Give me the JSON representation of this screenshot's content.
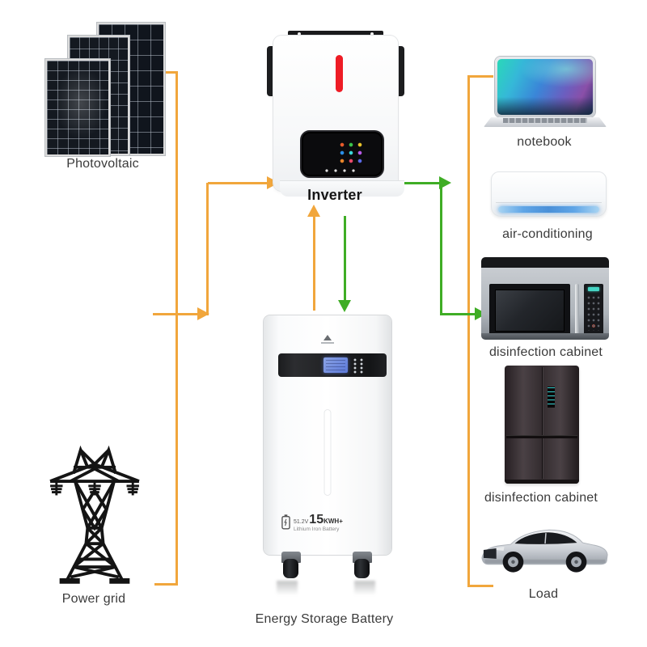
{
  "colors": {
    "line-orange": "#F1A63C",
    "line-green": "#3FAD25",
    "accent-red": "#EE1C25",
    "label-text": "#3B3B3B",
    "lcd-blue": "#5C79D9",
    "ac-vent-blue": "#5FA5E6"
  },
  "nodes": {
    "photovoltaic": {
      "label": "Photovoltaic"
    },
    "power_grid": {
      "label": "Power grid"
    },
    "inverter": {
      "label": "Inverter"
    },
    "battery": {
      "label": "Energy Storage Battery",
      "voltage": "51.2V",
      "capacity": "15",
      "capacity_unit": "KWH+",
      "chemistry": "Lithium Iron Battery"
    },
    "loads": [
      {
        "label": "notebook"
      },
      {
        "label": "air-conditioning"
      },
      {
        "label": "disinfection cabinet"
      },
      {
        "label": "disinfection cabinet"
      },
      {
        "label": "Load"
      }
    ]
  },
  "connections": [
    {
      "from": "photovoltaic",
      "to": "inverter",
      "color": "orange",
      "arrow": true
    },
    {
      "from": "power_grid",
      "to": "inverter",
      "color": "orange",
      "arrow": true
    },
    {
      "from": "battery",
      "to": "inverter",
      "color": "orange",
      "arrow": true
    },
    {
      "from": "inverter",
      "to": "battery",
      "color": "green",
      "arrow": true
    },
    {
      "from": "inverter",
      "to": "disinfection cabinet",
      "color": "green",
      "arrow": true
    },
    {
      "type": "load-bus",
      "color": "orange",
      "endpoints": [
        "notebook",
        "Load"
      ],
      "arrow": false
    }
  ]
}
